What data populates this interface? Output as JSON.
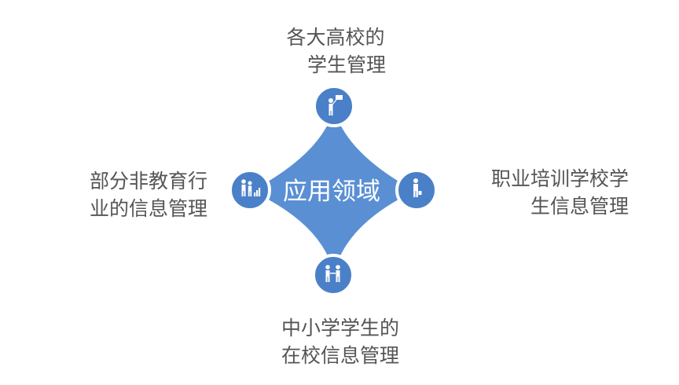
{
  "center": {
    "label": "应用领域"
  },
  "nodes": {
    "top": {
      "line1": "各大高校的",
      "line2": "学生管理",
      "icon": "presenter-icon"
    },
    "right": {
      "line1": "职业培训学校学",
      "line2": "生信息管理",
      "icon": "businessman-icon"
    },
    "bottom": {
      "line1": "中小学学生的",
      "line2": "在校信息管理",
      "icon": "people-pair-icon"
    },
    "left": {
      "line1": "部分非教育行",
      "line2": "业的信息管理",
      "icon": "people-chart-icon"
    }
  },
  "colors": {
    "shape": "#5a8fd4",
    "circle": "#4a80c8",
    "ring": "#ffffff",
    "text": "#555555",
    "center_text": "#ffffff"
  }
}
